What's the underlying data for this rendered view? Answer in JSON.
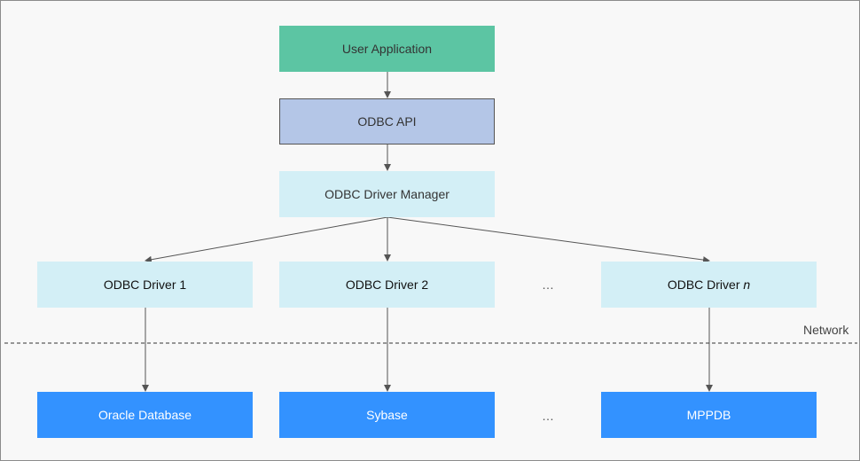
{
  "nodes": {
    "user_application": "User Application",
    "odbc_api": "ODBC API",
    "driver_manager": "ODBC Driver Manager",
    "driver_1": "ODBC Driver 1",
    "driver_2": "ODBC Driver 2",
    "driver_n_prefix": "ODBC Driver ",
    "driver_n_suffix": "n",
    "oracle": "Oracle Database",
    "sybase": "Sybase",
    "mppdb": "MPPDB"
  },
  "ellipsis": "…",
  "network_label": "Network",
  "colors": {
    "user_application": "#5cc5a3",
    "odbc_api": "#b4c6e7",
    "driver_boxes": "#d3eff6",
    "database_boxes": "#3392ff",
    "connector": "#555555"
  }
}
